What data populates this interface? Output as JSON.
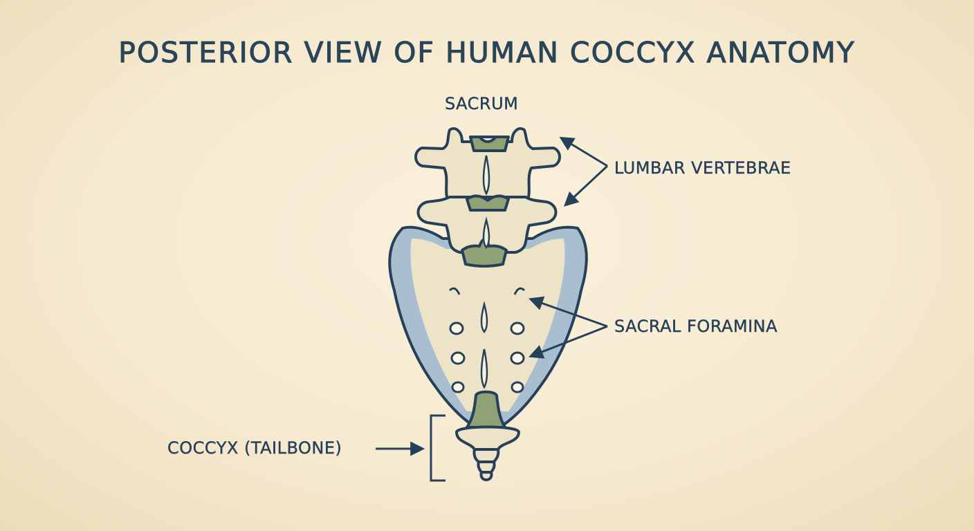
{
  "title": "POSTERIOR VIEW OF HUMAN COCCYX ANATOMY",
  "labels": {
    "sacrum": "SACRUM",
    "lumbar_vertebrae": "LUMBAR VERTEBRAE",
    "sacral_foramina": "SACRAL FORAMINA",
    "coccyx": "COCCYX (TAILBONE)"
  },
  "colors": {
    "background": "#f6ead0",
    "ink": "#27405a",
    "bone": "#ede3c6",
    "bone_shadow": "#a9bfcf",
    "cartilage": "#8fa276"
  }
}
